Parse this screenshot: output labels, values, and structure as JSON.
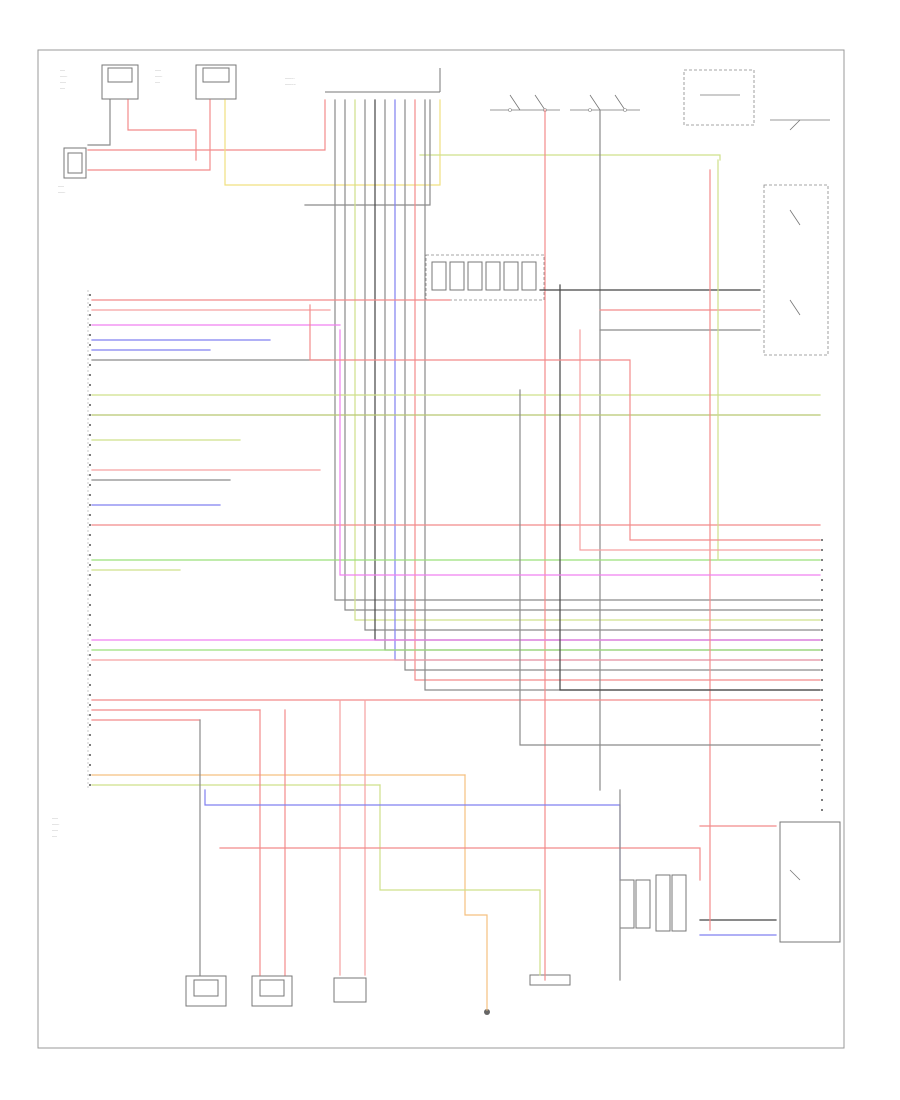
{
  "diagram": {
    "footer_code": "",
    "colors": {
      "red": "#f28b8b",
      "pink": "#f5a0a0",
      "green": "#cfe08a",
      "light_green": "#9ae07a",
      "blue": "#8080f0",
      "magenta": "#f080f0",
      "gray": "#8a8a8a",
      "dark": "#444444",
      "yellow": "#f0e080",
      "orange": "#f5c080",
      "olive": "#b8c870"
    },
    "components": [
      {
        "id": "sensor-top-left-1",
        "label": "",
        "icon": "sensor-icon"
      },
      {
        "id": "sensor-top-left-2",
        "label": "",
        "icon": "sensor-icon"
      },
      {
        "id": "sensor-left",
        "label": "",
        "icon": "sensor-icon"
      },
      {
        "id": "connector-top-center",
        "label": "",
        "icon": "connector-icon"
      },
      {
        "id": "switch-top-1",
        "label": "",
        "icon": "switch-icon"
      },
      {
        "id": "switch-top-2",
        "label": "",
        "icon": "switch-icon"
      },
      {
        "id": "relay-top-right",
        "label": "",
        "icon": "relay-icon"
      },
      {
        "id": "injector-bank",
        "label": "",
        "icon": "injector-icon"
      },
      {
        "id": "relay-right",
        "label": "",
        "icon": "relay-icon"
      },
      {
        "id": "ecm-left",
        "label": "",
        "icon": "module-icon"
      },
      {
        "id": "sensor-bottom-1",
        "label": "",
        "icon": "sensor-icon"
      },
      {
        "id": "sensor-bottom-2",
        "label": "",
        "icon": "sensor-icon"
      },
      {
        "id": "sensor-bottom-3",
        "label": "",
        "icon": "sensor-icon"
      },
      {
        "id": "ground-bottom",
        "label": "",
        "icon": "ground-icon"
      },
      {
        "id": "connector-bottom-center",
        "label": "",
        "icon": "connector-icon"
      },
      {
        "id": "fuse-bottom-right",
        "label": "",
        "icon": "fuse-icon"
      },
      {
        "id": "module-bottom-right",
        "label": "",
        "icon": "module-icon"
      }
    ]
  }
}
